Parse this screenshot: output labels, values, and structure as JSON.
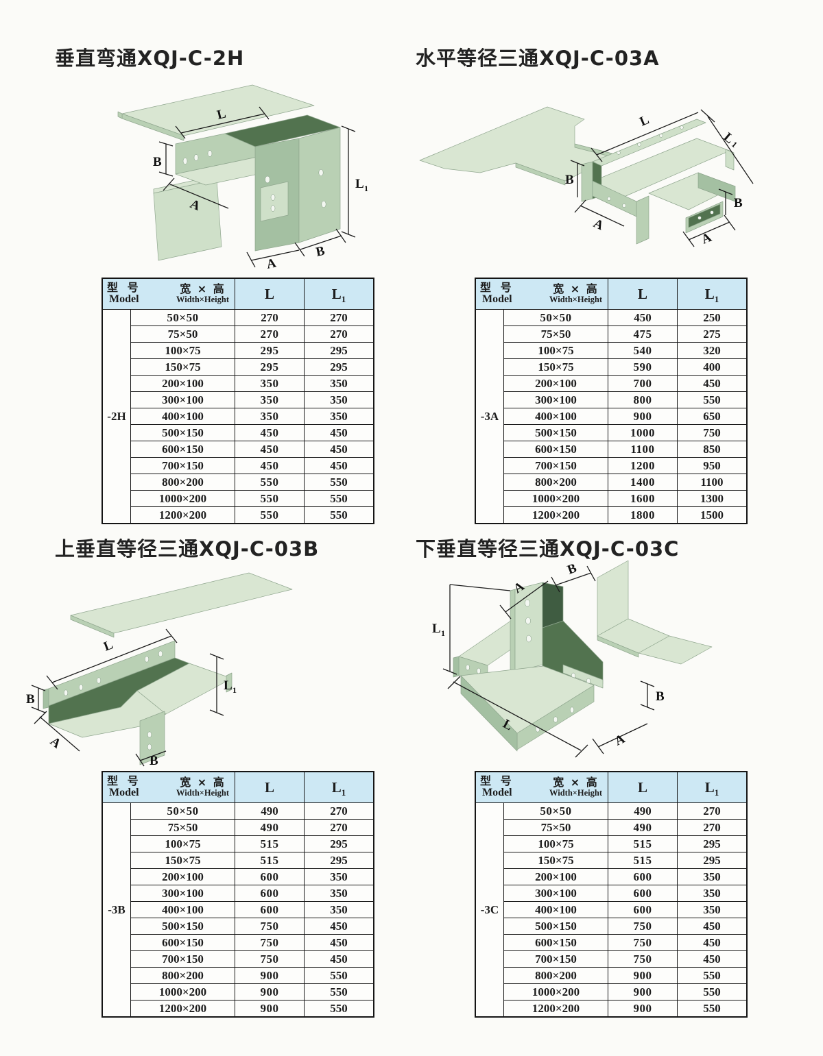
{
  "colors": {
    "table_header_bg": "#cde8f4",
    "tray_green_light": "#d9e6d2",
    "tray_green_mid": "#b9d0b4",
    "tray_green_dark": "#52734f",
    "page_bg": "#fbfbf8"
  },
  "table_header": {
    "model_zh": "型 号",
    "model_en": "Model",
    "wh_zh": "宽 × 高",
    "wh_en": "Width×Height",
    "col_l": "L",
    "col_l1": "L",
    "col_l1_sub": "1"
  },
  "dims": {
    "l": "L",
    "sub1": "1",
    "a": "A",
    "b": "B"
  },
  "sections": [
    {
      "id": "XQJ-C-2H",
      "title": "垂直弯通XQJ-C-2H",
      "model": "-2H",
      "rows": [
        [
          "50×50",
          "270",
          "270"
        ],
        [
          "75×50",
          "270",
          "270"
        ],
        [
          "100×75",
          "295",
          "295"
        ],
        [
          "150×75",
          "295",
          "295"
        ],
        [
          "200×100",
          "350",
          "350"
        ],
        [
          "300×100",
          "350",
          "350"
        ],
        [
          "400×100",
          "350",
          "350"
        ],
        [
          "500×150",
          "450",
          "450"
        ],
        [
          "600×150",
          "450",
          "450"
        ],
        [
          "700×150",
          "450",
          "450"
        ],
        [
          "800×200",
          "550",
          "550"
        ],
        [
          "1000×200",
          "550",
          "550"
        ],
        [
          "1200×200",
          "550",
          "550"
        ]
      ]
    },
    {
      "id": "XQJ-C-03A",
      "title": "水平等径三通XQJ-C-03A",
      "model": "-3A",
      "rows": [
        [
          "50×50",
          "450",
          "250"
        ],
        [
          "75×50",
          "475",
          "275"
        ],
        [
          "100×75",
          "540",
          "320"
        ],
        [
          "150×75",
          "590",
          "400"
        ],
        [
          "200×100",
          "700",
          "450"
        ],
        [
          "300×100",
          "800",
          "550"
        ],
        [
          "400×100",
          "900",
          "650"
        ],
        [
          "500×150",
          "1000",
          "750"
        ],
        [
          "600×150",
          "1100",
          "850"
        ],
        [
          "700×150",
          "1200",
          "950"
        ],
        [
          "800×200",
          "1400",
          "1100"
        ],
        [
          "1000×200",
          "1600",
          "1300"
        ],
        [
          "1200×200",
          "1800",
          "1500"
        ]
      ]
    },
    {
      "id": "XQJ-C-03B",
      "title": "上垂直等径三通XQJ-C-03B",
      "model": "-3B",
      "rows": [
        [
          "50×50",
          "490",
          "270"
        ],
        [
          "75×50",
          "490",
          "270"
        ],
        [
          "100×75",
          "515",
          "295"
        ],
        [
          "150×75",
          "515",
          "295"
        ],
        [
          "200×100",
          "600",
          "350"
        ],
        [
          "300×100",
          "600",
          "350"
        ],
        [
          "400×100",
          "600",
          "350"
        ],
        [
          "500×150",
          "750",
          "450"
        ],
        [
          "600×150",
          "750",
          "450"
        ],
        [
          "700×150",
          "750",
          "450"
        ],
        [
          "800×200",
          "900",
          "550"
        ],
        [
          "1000×200",
          "900",
          "550"
        ],
        [
          "1200×200",
          "900",
          "550"
        ]
      ]
    },
    {
      "id": "XQJ-C-03C",
      "title": "下垂直等径三通XQJ-C-03C",
      "model": "-3C",
      "rows": [
        [
          "50×50",
          "490",
          "270"
        ],
        [
          "75×50",
          "490",
          "270"
        ],
        [
          "100×75",
          "515",
          "295"
        ],
        [
          "150×75",
          "515",
          "295"
        ],
        [
          "200×100",
          "600",
          "350"
        ],
        [
          "300×100",
          "600",
          "350"
        ],
        [
          "400×100",
          "600",
          "350"
        ],
        [
          "500×150",
          "750",
          "450"
        ],
        [
          "600×150",
          "750",
          "450"
        ],
        [
          "700×150",
          "750",
          "450"
        ],
        [
          "800×200",
          "900",
          "550"
        ],
        [
          "1000×200",
          "900",
          "550"
        ],
        [
          "1200×200",
          "900",
          "550"
        ]
      ]
    }
  ]
}
